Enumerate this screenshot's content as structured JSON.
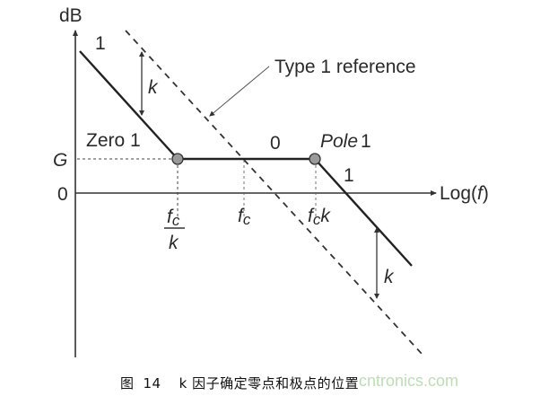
{
  "figure": {
    "y_axis_label": "dB",
    "x_axis_label_prefix": "Log(",
    "x_axis_label_var": "f",
    "x_axis_label_suffix": ")",
    "origin_label": "0",
    "gain_label": "G",
    "slope_labels": {
      "left_slope": "1",
      "flat_slope": "0",
      "right_slope": "1"
    },
    "k_labels": {
      "upper": "k",
      "lower": "k"
    },
    "zero_label": "Zero 1",
    "pole_label_word": "Pole",
    "pole_label_num": "1",
    "reference_label": "Type 1 reference",
    "x_ticks": {
      "fc_over_k_num": "f",
      "fc_over_k_num_sub": "c",
      "fc_over_k_den": "k",
      "fc": "f",
      "fc_sub": "c",
      "fck": "f",
      "fck_sub": "c",
      "fck_k": "k"
    },
    "colors": {
      "line": "#222222",
      "dashed": "#333333",
      "marker_fill": "#9a9a9a",
      "watermark": "#b9d8b0"
    }
  },
  "caption": {
    "figure_word": "图",
    "figure_number": "14",
    "text": "k 因子确定零点和极点的位置",
    "watermark": "cntronics.com"
  }
}
